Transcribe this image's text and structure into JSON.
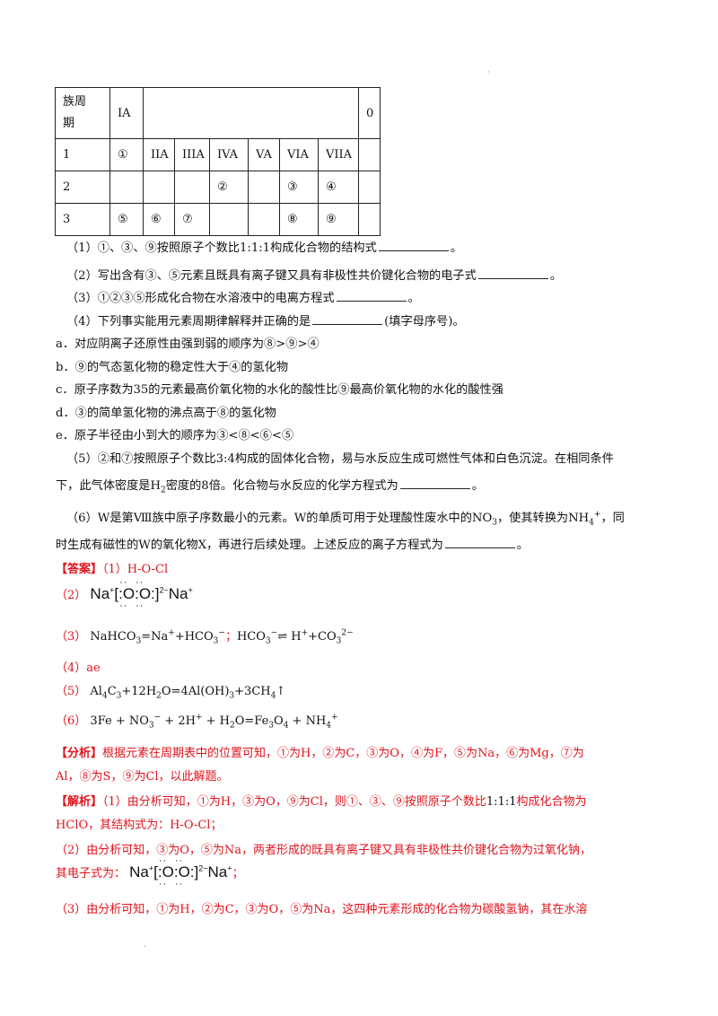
{
  "table": {
    "row0": {
      "c0": "族周\n期",
      "c1": "IA",
      "c_last": "0"
    },
    "row1": [
      "1",
      "①",
      "IIA",
      "IIIA",
      "IVA",
      "VA",
      "VIA",
      "VIIA",
      ""
    ],
    "row2": [
      "2",
      "",
      "",
      "",
      "②",
      "",
      "③",
      "④",
      ""
    ],
    "row3": [
      "3",
      "⑤",
      "⑥",
      "⑦",
      "",
      "",
      "⑧",
      "⑨",
      ""
    ]
  },
  "questions": {
    "q1": {
      "a": "（1）①、③、⑨按照原子个数比",
      "b": "1:1:1",
      "c": "构成化合物的结构式",
      "d": "。"
    },
    "q2": {
      "a": "（2）写出含有③、⑤元素且既具有离子键又具有非极性共价键化合物的电子式",
      "d": "。"
    },
    "q3": {
      "a": "（3）①②③⑤形成化合物在水溶液中的电离方程式",
      "d": "。"
    },
    "q4": {
      "a": "（4）下列事实能用元素周期律解释并正确的是",
      "d": "(填字母序号)。"
    },
    "opt_a": "a．对应阴离子还原性由强到弱的顺序为⑧>⑨>④",
    "opt_b": "b．⑨的气态氢化物的稳定性大于④的氢化物",
    "opt_c": "c．原子序数为35的元素最高价氧化物的水化的酸性比⑨最高价氧化物的水化的酸性强",
    "opt_d": "d．③的简单氢化物的沸点高于⑧的氢化物",
    "opt_e": "e．原子半径由小到大的顺序为③<⑧<⑥<⑤",
    "q5_line1": {
      "a": "（5）②和⑦按照原子个数比",
      "b": "3:4",
      "c": "构成的固体化合物，易与水反应生成可燃性气体和白色沉淀。在相同条件"
    },
    "q5_line2": {
      "a": "下，此气体密度是",
      "b": "H",
      "b_sub": "2",
      "c": "密度的8倍。化合物与水反应的化学方程式为",
      "d": "。"
    },
    "q6_line1": {
      "a": "（6）W是第Ⅷ族中原子序数最小的元素。W的单质可用于处理酸性废水中的",
      "b": "NO",
      "b_sub": "3",
      "c": "，使其转换为",
      "d": "NH",
      "d_sub": "4",
      "d_sup": "+",
      "e": "，同"
    },
    "q6_line2": {
      "a": "时生成有磁性的W的氧化物X，再进行后续处理。上述反应的离子方程式为",
      "d": "。"
    }
  },
  "answer": {
    "tag": "【答案】",
    "a1": "（1）H-O-Cl",
    "a2_label": "（2）",
    "a2_na1": "Na",
    "a2_charge": "2−",
    "a2_na2": "Na",
    "a3_label": "（3）",
    "a3_text1": "NaHCO",
    "a3_text2": "=Na",
    "a3_text3": "+HCO",
    "a3_text4": "；",
    "a3_text5": "HCO",
    "a3_text6": "⇌ H",
    "a3_text7": "+CO",
    "a4": "（4）ae",
    "a5_label": "（5）",
    "a5_f1": "Al",
    "a5_f2": "C",
    "a5_f3": "+12H",
    "a5_f4": "O=4Al(OH)",
    "a5_f5": "+3CH",
    "a5_f6": "↑",
    "a6_label": "（6）",
    "a6_f1": "3Fe + NO",
    "a6_f2": " + 2H",
    "a6_f3": " + H",
    "a6_f4": "O=Fe",
    "a6_f5": "O",
    "a6_f6": " + NH"
  },
  "analysis": {
    "tag": "【分析】",
    "line1": "根据元素在周期表中的位置可知，①为H，②为C，③为O，④为F，⑤为Na，⑥为Mg，⑦为",
    "line2": "Al，⑧为S，⑨为Cl，以此解题。"
  },
  "solution": {
    "tag": "【解析】",
    "line1a": "（1）由分析可知，①为H，③为O，⑨为Cl，则①、③、⑨按照原子个数比",
    "line1b": "1:1:1",
    "line1c": "构成化合物为",
    "line2": "HClO，其结构式为：H-O-Cl；",
    "line3": "（2）由分析可知，③为O，⑤为Na，两者形成的既具有离子键又具有非极性共价键化合物为过氧化钠，",
    "line4a": "其电子式为：",
    "line4_na1": "Na",
    "line4_charge": "2−",
    "line4_na2": "Na",
    "line4_end": "；",
    "line5": "（3）由分析可知，①为H，②为C，③为O，⑤为Na，这四种元素形成的化合物为碳酸氢钠，其在水溶"
  }
}
